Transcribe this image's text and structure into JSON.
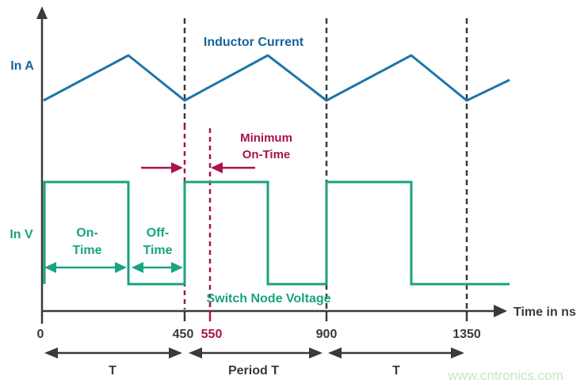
{
  "figure": {
    "labels": {
      "y_top": "In A",
      "y_bottom": "In V",
      "inductor": "Inductor Current",
      "switch": "Switch Node Voltage",
      "min_on_time": [
        "Minimum",
        "On-Time"
      ],
      "on_time": [
        "On-",
        "Time"
      ],
      "off_time": [
        "Off-",
        "Time"
      ],
      "x_axis": "Time in ns"
    },
    "ticks": [
      "0",
      "450",
      "550",
      "900",
      "1350"
    ],
    "period_row": [
      "T",
      "Period T",
      "T"
    ],
    "watermark": "www.cntronics.com"
  },
  "colors": {
    "blue_line": "#1f74ab",
    "blue_text": "#15639c",
    "green": "#1aa380",
    "green_watermark": "#c3e6c5",
    "crimson": "#a8124f",
    "dark": "#3a3a3a"
  },
  "chart_data": {
    "type": "line",
    "title": "Buck converter minimum on-time waveforms",
    "xlabel": "Time in ns",
    "x_ticks": [
      0,
      450,
      550,
      900,
      1350
    ],
    "x_range": [
      0,
      1490
    ],
    "ylabel": "unlabeled amplitude; upper trace in amperes (In A), lower trace in volts (In V)",
    "grid": false,
    "legend_position": "labels inline on plot",
    "series": [
      {
        "name": "Inductor Current",
        "color": "#1f74ab",
        "shape": "triangle",
        "units": "A (relative: 0 = valley, 1 = peak)",
        "x": [
          0,
          270,
          450,
          720,
          900,
          1170,
          1350,
          1490
        ],
        "y": [
          0,
          1,
          0,
          1,
          0,
          1,
          0,
          0.45
        ]
      },
      {
        "name": "Switch Node Voltage",
        "color": "#1aa380",
        "shape": "square",
        "units": "V (relative: 0 = low, 1 = high)",
        "x": [
          0,
          270,
          270,
          450,
          450,
          720,
          720,
          900,
          900,
          1170,
          1170,
          1490
        ],
        "y": [
          1,
          1,
          0,
          0,
          1,
          1,
          0,
          0,
          1,
          1,
          0,
          0
        ]
      }
    ],
    "vertical_markers_ns": [
      {
        "at": 450,
        "style": "dashed",
        "color_top": "#3a3a3a",
        "color_bottom": "#a8124f"
      },
      {
        "at": 550,
        "style": "dashed",
        "color": "#a8124f"
      },
      {
        "at": 900,
        "style": "dashed",
        "color": "#3a3a3a"
      },
      {
        "at": 1350,
        "style": "dashed",
        "color": "#3a3a3a"
      }
    ],
    "annotations": [
      {
        "label": "On-Time",
        "from_ns": 0,
        "to_ns": 270
      },
      {
        "label": "Off-Time",
        "from_ns": 270,
        "to_ns": 450
      },
      {
        "label": "Minimum On-Time",
        "from_ns": 450,
        "to_ns": 550
      },
      {
        "label": "T",
        "from_ns": 0,
        "to_ns": 450
      },
      {
        "label": "Period T",
        "from_ns": 450,
        "to_ns": 900
      },
      {
        "label": "T",
        "from_ns": 900,
        "to_ns": 1350
      }
    ]
  }
}
